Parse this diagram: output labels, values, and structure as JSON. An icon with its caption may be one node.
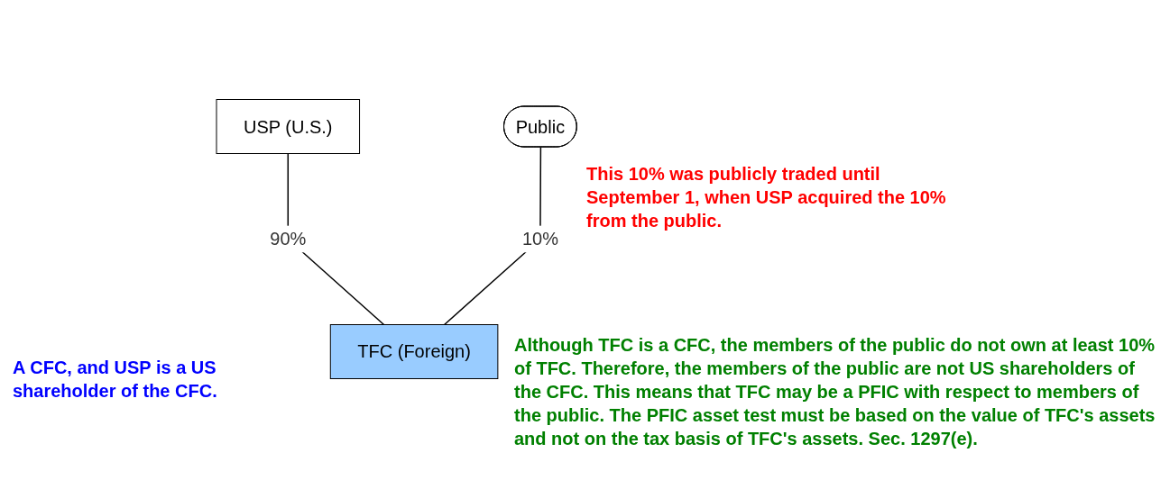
{
  "diagram": {
    "nodes": [
      {
        "text": [
          "USP (U.S.)"
        ]
      },
      {
        "text": [
          "Public"
        ]
      },
      {
        "text": [
          "TFC (Foreign)"
        ]
      }
    ],
    "edges": [
      {
        "from": 0,
        "to": 2,
        "arrow": "none",
        "label": "90%"
      },
      {
        "from": 1,
        "to": 2,
        "arrow": "none",
        "label": "10%"
      }
    ],
    "labels": [
      "This 10% was publicly traded until September 1, when USP acquired the 10% from the public.",
      "A CFC, and USP is a US shareholder of the CFC.",
      "Although TFC is a CFC, the members of the public do not own at least 10% of TFC. Therefore, the members of the public are not US shareholders of the CFC. This means that TFC may be a PFIC with respect to members of the public. The PFIC asset test must be based on the value of TFC's assets and not on the tax basis of TFC's assets. Sec. 1297(e)."
    ]
  }
}
